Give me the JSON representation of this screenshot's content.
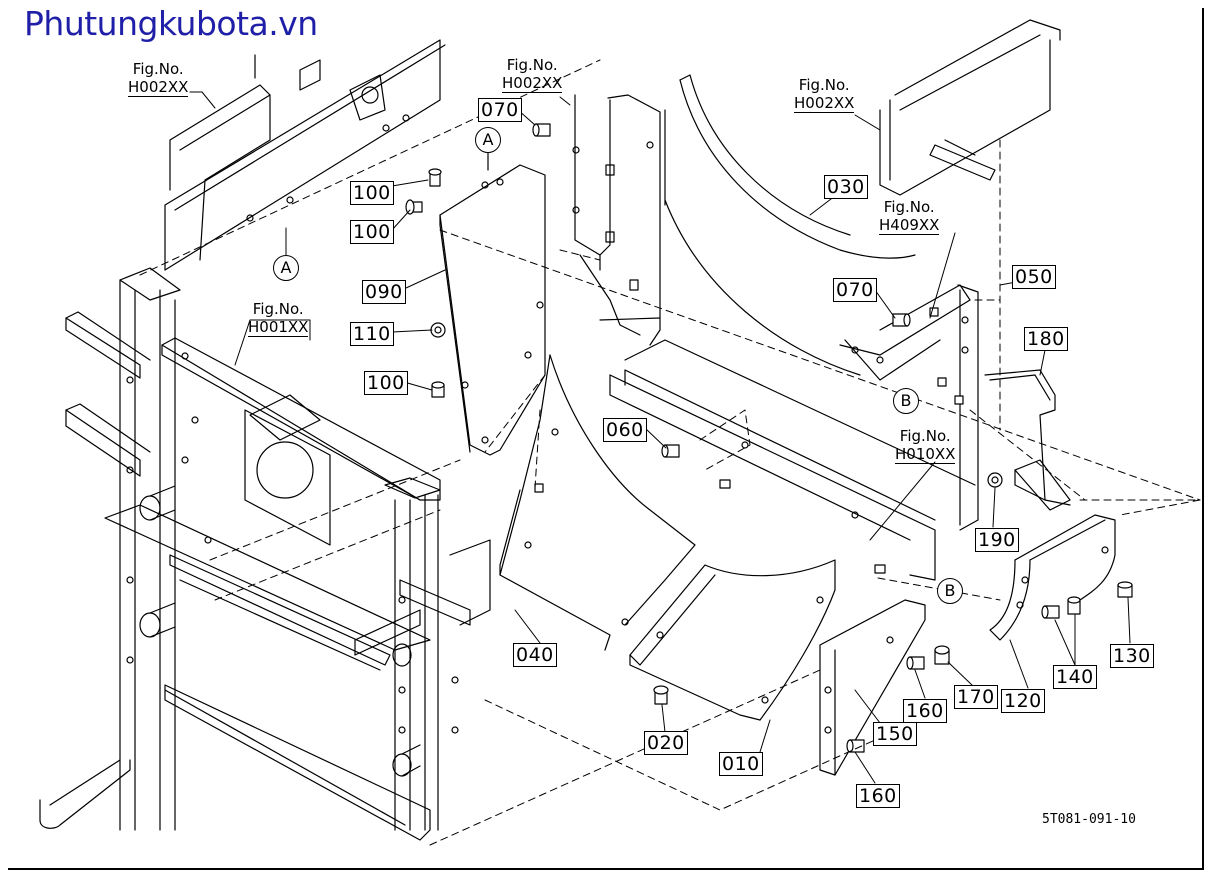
{
  "watermark": "Phutungkubota.vn",
  "drawing_code": "5T081-091-10",
  "fig_refs": [
    {
      "label": "Fig.No.",
      "num": "H002XX"
    },
    {
      "label": "Fig.No.",
      "num": "H002XX"
    },
    {
      "label": "Fig.No.",
      "num": "H002XX"
    },
    {
      "label": "Fig.No.",
      "num": "H409XX"
    },
    {
      "label": "Fig.No.",
      "num": "H001XX"
    },
    {
      "label": "Fig.No.",
      "num": "H010XX"
    }
  ],
  "circle_refs": [
    "A",
    "A",
    "B",
    "B"
  ],
  "parts": [
    "070",
    "100",
    "100",
    "090",
    "110",
    "100",
    "030",
    "070",
    "050",
    "180",
    "060",
    "190",
    "040",
    "020",
    "010",
    "160",
    "170",
    "150",
    "160",
    "120",
    "140",
    "130"
  ]
}
